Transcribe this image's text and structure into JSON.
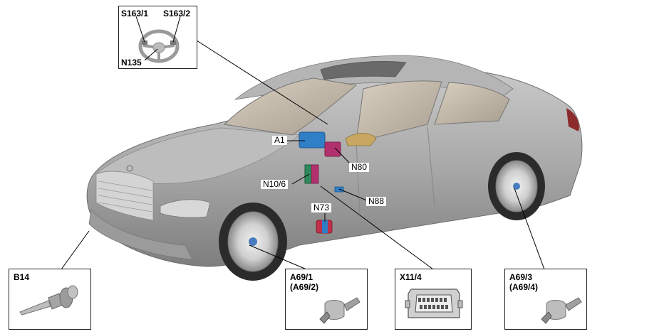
{
  "callouts": {
    "a1": "A1",
    "n80": "N80",
    "n10_6": "N10/6",
    "n88": "N88",
    "n73": "N73"
  },
  "boxes": {
    "steering": {
      "label_left": "S163/1",
      "label_right": "S163/2",
      "label_bottom": "N135"
    },
    "b14": {
      "label": "B14"
    },
    "a69_front": {
      "line1": "A69/1",
      "line2": "(A69/2)"
    },
    "x11_4": {
      "label": "X11/4"
    },
    "a69_rear": {
      "line1": "A69/3",
      "line2": "(A69/4)"
    }
  },
  "colors": {
    "car_body": "#a9a9a9",
    "component_blue": "#2f7fc6",
    "component_magenta": "#b2306e",
    "component_green": "#2e8a5c",
    "component_red": "#c0304a",
    "leader_line": "#000000"
  }
}
